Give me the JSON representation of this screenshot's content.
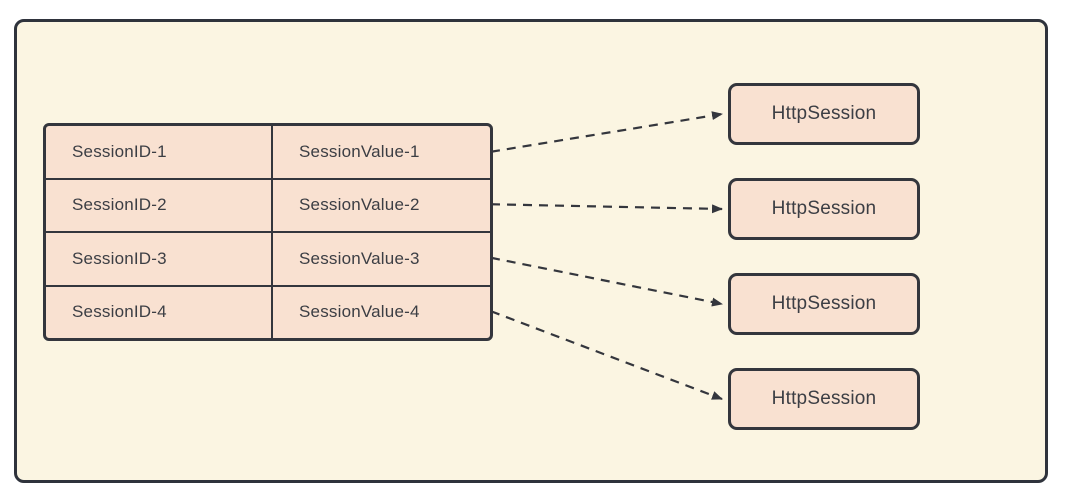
{
  "colors": {
    "page_background": "#ffffff",
    "frame_fill": "#fbf5e2",
    "frame_border": "#2f333c",
    "shape_fill": "#f9e1d1",
    "shape_border": "#34363d",
    "text": "#3c3e44",
    "arrow": "#34363d"
  },
  "session_table": {
    "rows": [
      {
        "id": "SessionID-1",
        "value": "SessionValue-1"
      },
      {
        "id": "SessionID-2",
        "value": "SessionValue-2"
      },
      {
        "id": "SessionID-3",
        "value": "SessionValue-3"
      },
      {
        "id": "SessionID-4",
        "value": "SessionValue-4"
      }
    ]
  },
  "http_sessions": [
    {
      "label": "HttpSession"
    },
    {
      "label": "HttpSession"
    },
    {
      "label": "HttpSession"
    },
    {
      "label": "HttpSession"
    }
  ],
  "connections": [
    {
      "from_row": 1,
      "to_session": 1
    },
    {
      "from_row": 2,
      "to_session": 2
    },
    {
      "from_row": 3,
      "to_session": 3
    },
    {
      "from_row": 4,
      "to_session": 4
    }
  ]
}
